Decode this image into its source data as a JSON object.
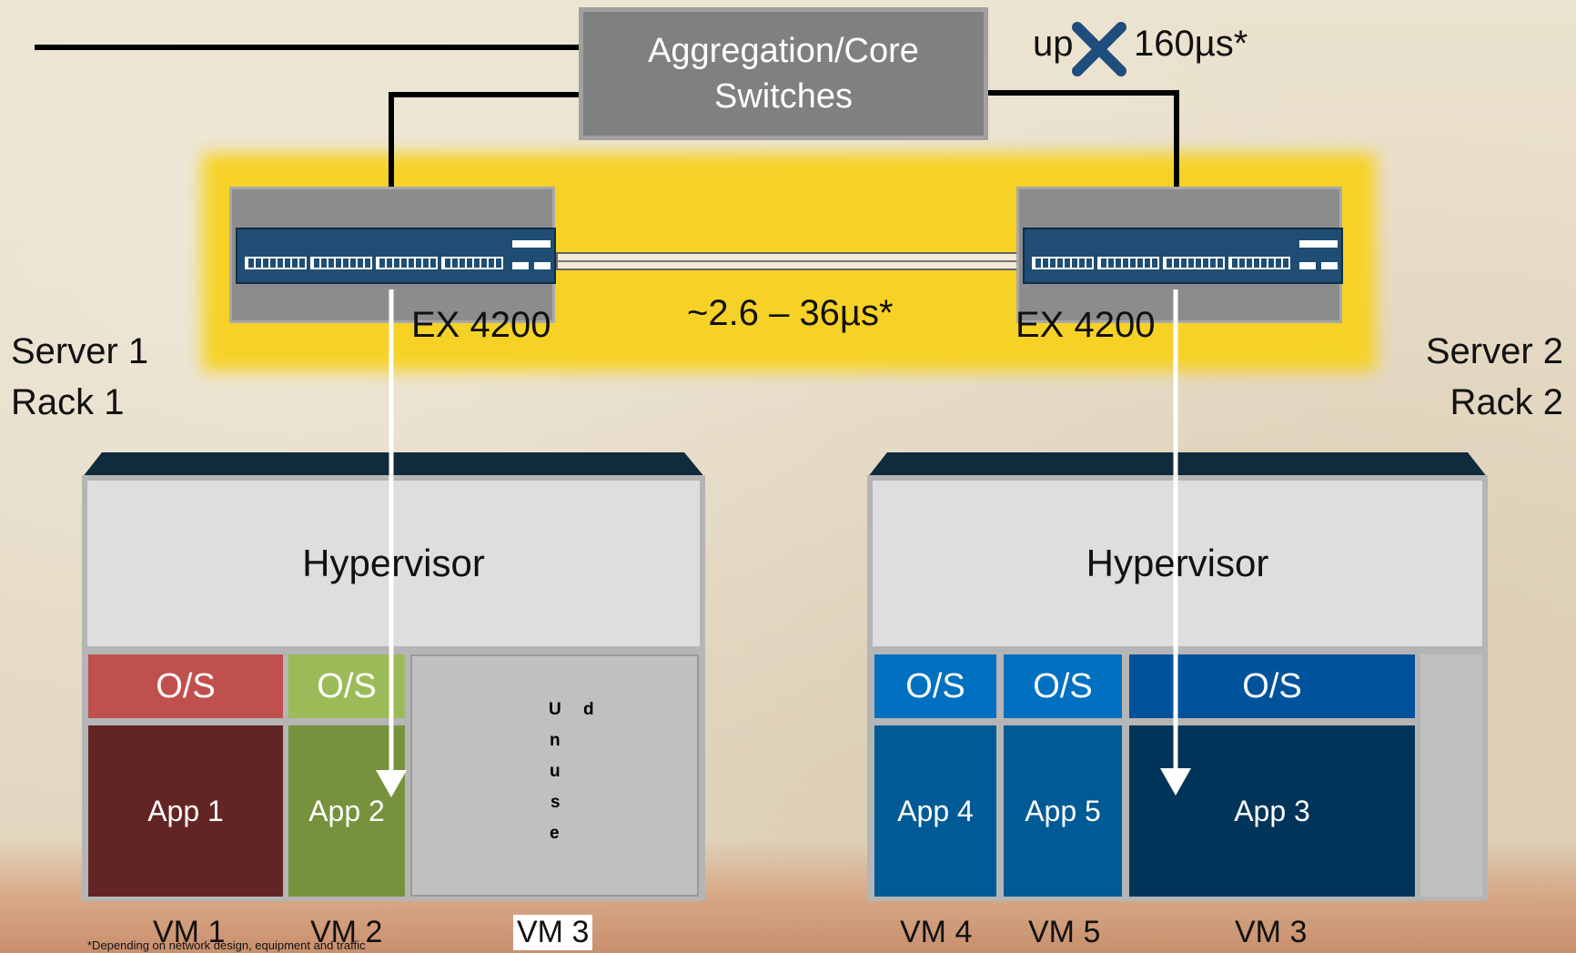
{
  "aggregation": {
    "line1": "Aggregation/Core",
    "line2": "Switches"
  },
  "latency_top": {
    "prefix": "up",
    "suffix": "160µs*"
  },
  "latency_middle": "~2.6 – 36µs*",
  "switches": {
    "left_label": "EX 4200",
    "right_label": "EX 4200"
  },
  "server1": {
    "line1": "Server 1",
    "line2": "Rack 1"
  },
  "server2": {
    "line1": "Server 2",
    "line2": "Rack 2"
  },
  "hypervisor_label": "Hypervisor",
  "hypervisor_gap": "r",
  "server1_vms": {
    "os": [
      "O/S",
      "O/S"
    ],
    "apps": [
      "App 1",
      "App 2"
    ],
    "unused_letters": [
      "U",
      "d",
      "n",
      "u",
      "s",
      "e"
    ]
  },
  "server2_vms": {
    "os": [
      "O/S",
      "O/S",
      "O/S"
    ],
    "apps": [
      "App 4",
      "App 5",
      "App 3"
    ]
  },
  "vm_labels_left": [
    "VM 1",
    "VM 2",
    "VM 3"
  ],
  "vm_labels_right": [
    "VM 4",
    "VM 5",
    "VM 3"
  ],
  "footnote": "*Depending on network design, equipment and traffic",
  "colors": {
    "highlight": "#f7d21e",
    "switch_body": "#8a8a8a",
    "switch_panel": "#1f4d73",
    "os_red": "#c0504d",
    "app_red": "#632523",
    "os_green": "#9bbb59",
    "app_green": "#76923c",
    "os_blue": "#0070c0",
    "app_blue": "#005a96",
    "os_dark": "#00539b",
    "app_dark": "#003459",
    "server_top": "#0f2b3c",
    "unused": "#c0c0c0"
  }
}
